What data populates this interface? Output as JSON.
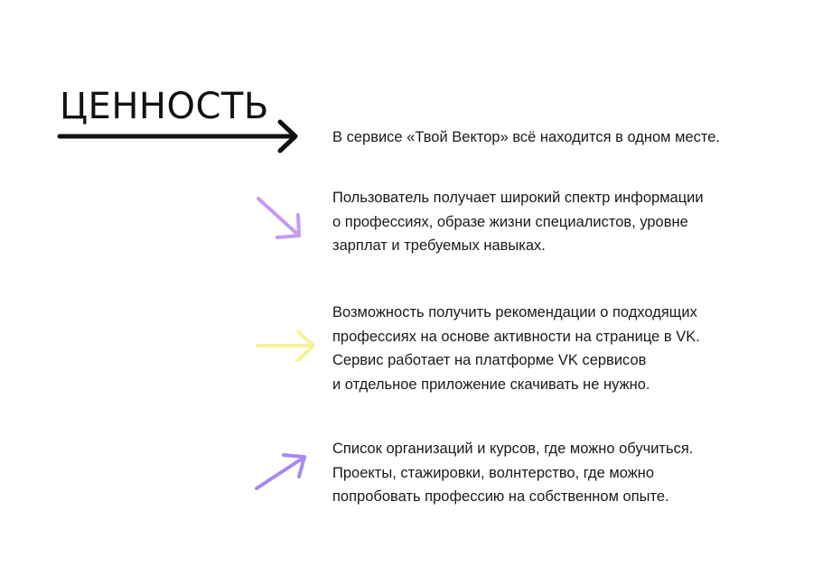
{
  "title": "ЦЕННОСТЬ",
  "colors": {
    "main_arrow": "#111111",
    "violet": "#c49bf0",
    "yellow": "#f6f09a",
    "purple": "#a889f2"
  },
  "arrows": {
    "main": "arrow-right-black",
    "item1": "arrow-down-right-violet",
    "item2": "arrow-right-yellow",
    "item3": "arrow-up-right-purple"
  },
  "blocks": [
    {
      "lines": [
        "В сервисе «Твой Вектор» всё находится в одном месте."
      ]
    },
    {
      "lines": [
        "Пользователь получает широкий спектр информации",
        "о профессиях, образе жизни специалистов, уровне",
        "зарплат и требуемых навыках."
      ]
    },
    {
      "lines": [
        "Возможность получить рекомендации о подходящих",
        "профессиях на основе активности на странице в VK.",
        "Сервис работает на платформе VK сервисов",
        "и отдельное приложение скачивать не нужно."
      ]
    },
    {
      "lines": [
        "Список организаций и курсов, где можно обучиться.",
        "Проекты, стажировки, волнтерство, где можно",
        "попробовать профессию на собственном опыте."
      ]
    }
  ]
}
